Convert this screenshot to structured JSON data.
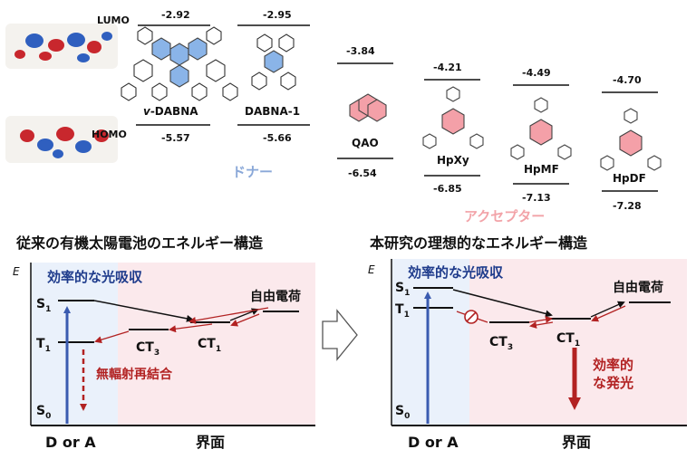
{
  "top": {
    "lumo_label": "LUMO",
    "homo_label": "HOMO",
    "donor_label": "ドナー",
    "acceptor_label": "アクセプター",
    "molecules": [
      {
        "name": "v-DABNA",
        "prefix": "v",
        "rest": "-DABNA",
        "lumo": "-2.92",
        "homo": "-5.57"
      },
      {
        "name": "DABNA-1",
        "lumo": "-2.95",
        "homo": "-5.66"
      },
      {
        "name": "QAO",
        "lumo": "-3.84",
        "homo": "-6.54"
      },
      {
        "name": "HpXy",
        "lumo": "-4.21",
        "homo": "-6.85"
      },
      {
        "name": "HpMF",
        "lumo": "-4.49",
        "homo": "-7.13"
      },
      {
        "name": "HpDF",
        "lumo": "-4.70",
        "homo": "-7.28"
      }
    ]
  },
  "left": {
    "title": "従来の有機太陽電池のエネルギー構造",
    "axis": "E",
    "absorb": "効率的な光吸収",
    "s1": "S",
    "s1_sub": "1",
    "t1": "T",
    "t1_sub": "1",
    "s0": "S",
    "s0_sub": "0",
    "ct3": "CT",
    "ct3_sub": "3",
    "ct1": "CT",
    "ct1_sub": "1",
    "free": "自由電荷",
    "nonrad": "無輻射再結合",
    "region_a": "D or A",
    "region_b": "界面"
  },
  "right": {
    "title": "本研究の理想的なエネルギー構造",
    "axis": "E",
    "absorb": "効率的な光吸収",
    "s1": "S",
    "s1_sub": "1",
    "t1": "T",
    "t1_sub": "1",
    "s0": "S",
    "s0_sub": "0",
    "ct3": "CT",
    "ct3_sub": "3",
    "ct1": "CT",
    "ct1_sub": "1",
    "free": "自由電荷",
    "emit_line1": "効率的",
    "emit_line2": "な発光",
    "region_a": "D or A",
    "region_b": "界面"
  },
  "colors": {
    "blue_text": "#1f3c8c",
    "blue_arrow": "#3a5bb0",
    "red": "#b22222",
    "donor": "#8aa8d8",
    "acceptor": "#f2a3a8",
    "bg_blue": "#eaf1fb",
    "bg_pink": "#fbe9ec",
    "mol_blue": "#8ab4e8",
    "mol_pink": "#f4a0a8"
  },
  "icons": [
    "orbital-image",
    "molecule-structure",
    "prohibited-icon",
    "block-arrow-right-icon"
  ]
}
